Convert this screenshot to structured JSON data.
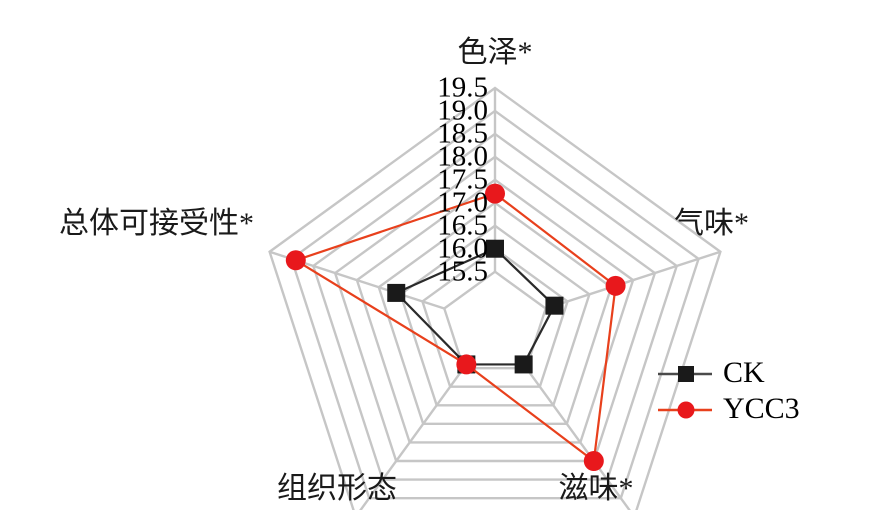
{
  "chart_data": {
    "type": "radar",
    "title": "",
    "categories": [
      "色泽*",
      "气味*",
      "滋味*",
      "组织形态",
      "总体可接受性*"
    ],
    "series": [
      {
        "name": "CK",
        "values": [
          16.0,
          15.7,
          15.4,
          15.4,
          16.6
        ],
        "color": "#1a1a1a",
        "marker": "square"
      },
      {
        "name": "YCC3",
        "values": [
          17.2,
          17.1,
          18.0,
          15.4,
          18.9
        ],
        "color": "#e8181c",
        "marker": "circle"
      }
    ],
    "radial_ticks": [
      "19.5",
      "19.0",
      "18.5",
      "18.0",
      "17.5",
      "17.0",
      "16.5",
      "16.0",
      "15.5"
    ],
    "radial_tick_values": [
      19.5,
      19.0,
      18.5,
      18.0,
      17.5,
      17.0,
      16.5,
      16.0,
      15.5
    ],
    "rlim": [
      15.0,
      19.5
    ],
    "rings": 9,
    "grid": true,
    "grid_color": "#c6c6c6",
    "legend_position": "right",
    "xlabel": "",
    "ylabel": ""
  },
  "axis_labels": {
    "color": "色泽*",
    "odor": "气味*",
    "taste": "滋味*",
    "texture": "组织形态",
    "overall": "总体可接受性*"
  },
  "ticks": {
    "t0": "19.5",
    "t1": "19.0",
    "t2": "18.5",
    "t3": "18.0",
    "t4": "17.5",
    "t5": "17.0",
    "t6": "16.5",
    "t7": "16.0",
    "t8": "15.5"
  },
  "legend": {
    "items": [
      {
        "label": "CK",
        "color": "#1a1a1a"
      },
      {
        "label": "YCC3",
        "color": "#e8181c"
      }
    ],
    "ck_label": "CK",
    "ycc3_label": "YCC3"
  },
  "colors": {
    "ck": "#1a1a1a",
    "ycc3": "#e8181c",
    "grid": "#c6c6c6",
    "background": "#ffffff"
  }
}
